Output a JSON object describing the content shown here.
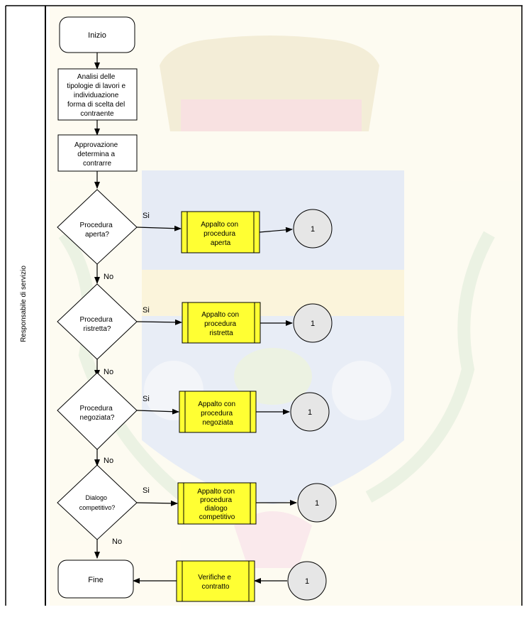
{
  "lane": {
    "label": "Responsabile di servizio"
  },
  "nodes": {
    "start": "Inizio",
    "analysis": [
      "Analisi delle",
      "tipologie di lavori e",
      "individuazione",
      "forma di scelta del",
      "contraente"
    ],
    "approval": [
      "Approvazione",
      "determina a",
      "contrarre"
    ],
    "decision1": [
      "Procedura",
      "aperta?"
    ],
    "decision2": [
      "Procedura",
      "ristretta?"
    ],
    "decision3": [
      "Procedura",
      "negoziata?"
    ],
    "decision4": [
      "Dialogo",
      "competitivo?"
    ],
    "process1": [
      "Appalto con",
      "procedura",
      "aperta"
    ],
    "process2": [
      "Appalto con",
      "procedura",
      "ristretta"
    ],
    "process3": [
      "Appalto con",
      "procedura",
      "negoziata"
    ],
    "process4": [
      "Appalto con",
      "procedura",
      "dialogo",
      "competitivo"
    ],
    "process5": [
      "Verifiche e",
      "contratto"
    ],
    "connector": "1",
    "end": "Fine"
  },
  "edge_labels": {
    "yes": "Si",
    "no": "No"
  },
  "colors": {
    "process_fill": "#ffff33",
    "connector_fill": "#e6e6e6",
    "background_tint": "#fdf7e2"
  }
}
